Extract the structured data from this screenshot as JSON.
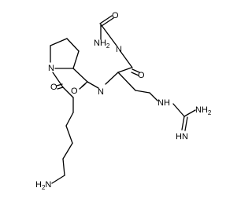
{
  "molecule": {
    "atom_labels": {
      "amide_o": "O",
      "amide_nh2": "NH",
      "amide_nh2_sub": "2",
      "gly_n": "N",
      "arg_co_o": "O",
      "pro_n": "N",
      "acyl_o": "O",
      "pro_co_o": "O",
      "arg_n": "N",
      "arg_nh": "NH",
      "guan_nh2": "NH",
      "guan_nh2_sub": "2",
      "guan_imine": "HN",
      "terminal_nh2": "H",
      "terminal_nh2_n": "N",
      "terminal_nh2_sub": "2"
    }
  }
}
